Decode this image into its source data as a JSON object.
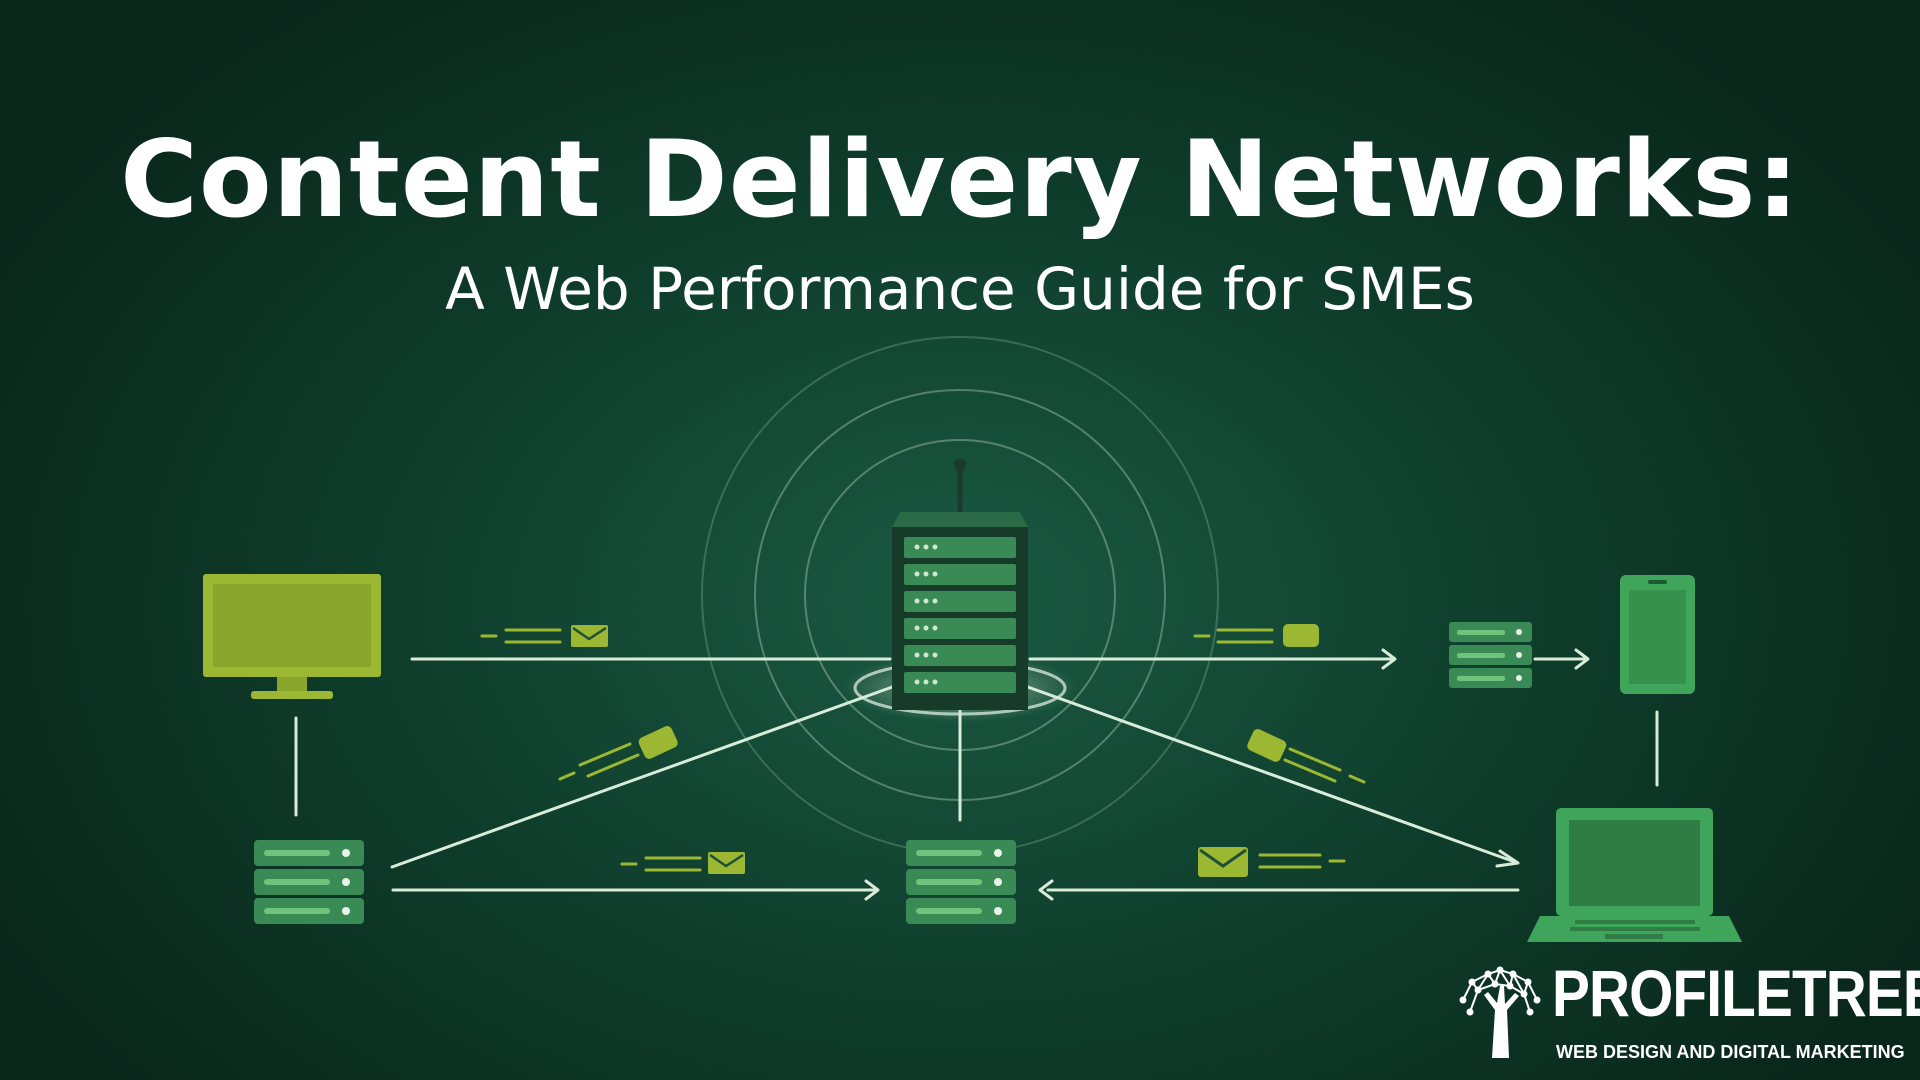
{
  "title": "Content Delivery Networks:",
  "subtitle": "A Web Performance Guide for SMEs",
  "logo": {
    "name": "PROFILETREE",
    "tagline": "WEB DESIGN AND DIGITAL MARKETING"
  },
  "colors": {
    "background": "#0f3e2c",
    "accent_lime": "#9cb833",
    "accent_green": "#3fa55a",
    "server_body": "#1f4f35",
    "line": "#d8ecd8"
  },
  "nodes": [
    {
      "id": "origin-server",
      "icon": "server-rack-icon"
    },
    {
      "id": "desktop-monitor",
      "icon": "monitor-icon"
    },
    {
      "id": "smartphone",
      "icon": "smartphone-icon"
    },
    {
      "id": "laptop",
      "icon": "laptop-icon"
    },
    {
      "id": "edge-server-left",
      "icon": "server-stack-icon"
    },
    {
      "id": "edge-server-center",
      "icon": "server-stack-icon"
    },
    {
      "id": "edge-server-right",
      "icon": "server-stack-icon"
    }
  ],
  "packets": [
    "envelope-icon",
    "data-packet-icon"
  ]
}
